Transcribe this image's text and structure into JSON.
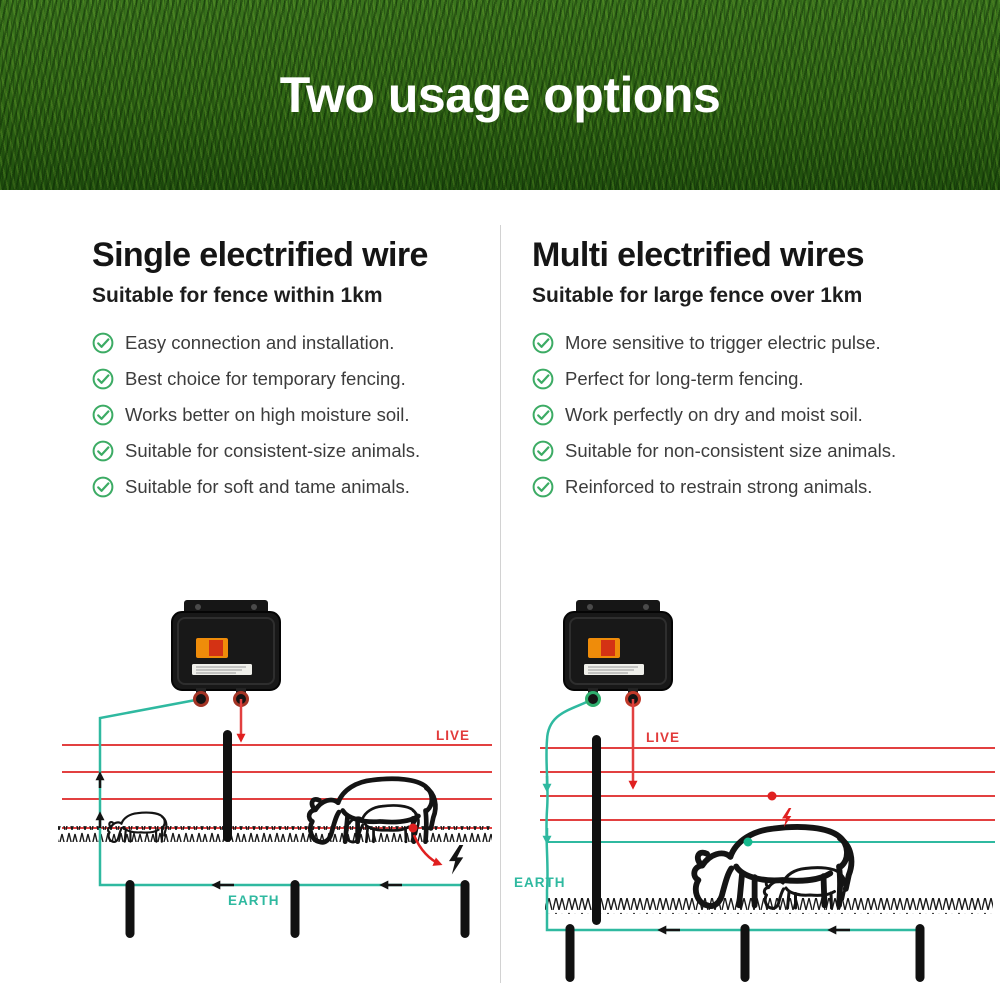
{
  "header": {
    "title": "Two usage options"
  },
  "columns": {
    "left": {
      "heading": "Single electrified wire",
      "subheading": "Suitable for fence within 1km",
      "bullets": [
        "Easy connection and installation.",
        "Best choice for temporary fencing.",
        "Works better on high moisture soil.",
        "Suitable for consistent-size animals.",
        "Suitable for soft and tame animals."
      ],
      "diagram": {
        "live_label": "LIVE",
        "earth_label": "EARTH"
      }
    },
    "right": {
      "heading": "Multi electrified wires",
      "subheading": "Suitable for large fence over 1km",
      "bullets": [
        "More sensitive to trigger electric pulse.",
        "Perfect for long-term fencing.",
        "Work perfectly on dry and moist soil.",
        "Suitable for non-consistent size animals.",
        "Reinforced to restrain strong animals."
      ],
      "diagram": {
        "live_label": "LIVE",
        "earth_label": "EARTH"
      }
    }
  },
  "icons": {
    "bullet": "check-circle-icon",
    "shock": "lightning-icon"
  },
  "colors": {
    "live_wire": "#e24040",
    "earth_wire": "#2fb9a0",
    "checkmark": "#3cab64",
    "title_text": "#ffffff",
    "grass_banner": "#2e6414"
  }
}
